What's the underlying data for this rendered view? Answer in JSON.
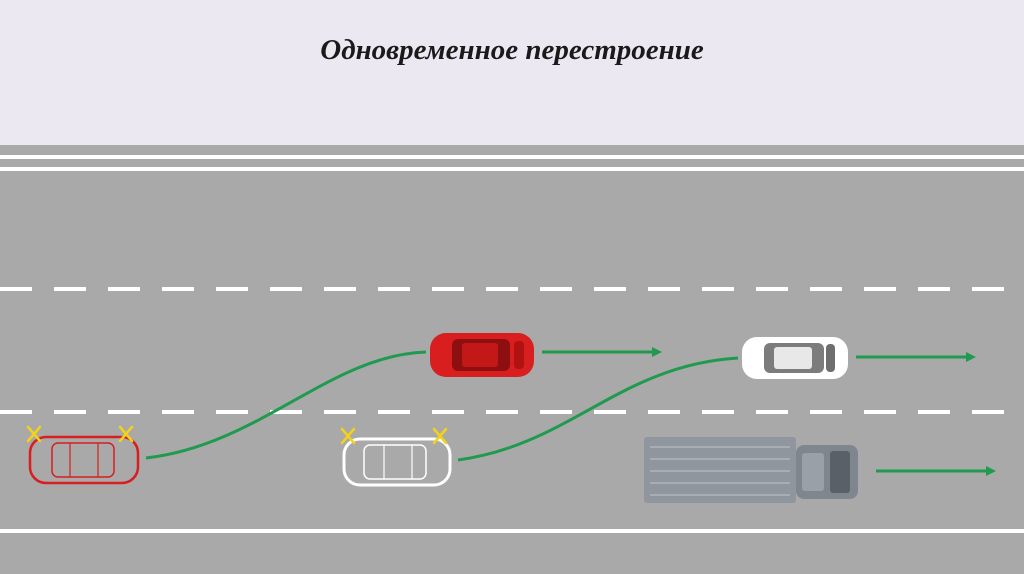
{
  "title": "Одновременное перестроение",
  "colors": {
    "background_header": "#ece8f1",
    "road": "#a9a9a9",
    "lane_marking": "#ffffff",
    "path_arrow": "#1f9a4e",
    "red_car": "#d81e1e",
    "white_car": "#ffffff",
    "truck": "#8f969e",
    "turn_signal": "#f2d21a"
  },
  "scene": {
    "lanes": 3,
    "vehicles": [
      {
        "name": "red-car-start",
        "color": "red",
        "style": "outline",
        "turn_signal": true
      },
      {
        "name": "red-car-end",
        "color": "red",
        "style": "solid"
      },
      {
        "name": "white-car-start",
        "color": "white",
        "style": "outline",
        "turn_signal": true
      },
      {
        "name": "white-car-end",
        "color": "white",
        "style": "solid"
      },
      {
        "name": "truck",
        "color": "gray",
        "style": "solid"
      }
    ]
  }
}
